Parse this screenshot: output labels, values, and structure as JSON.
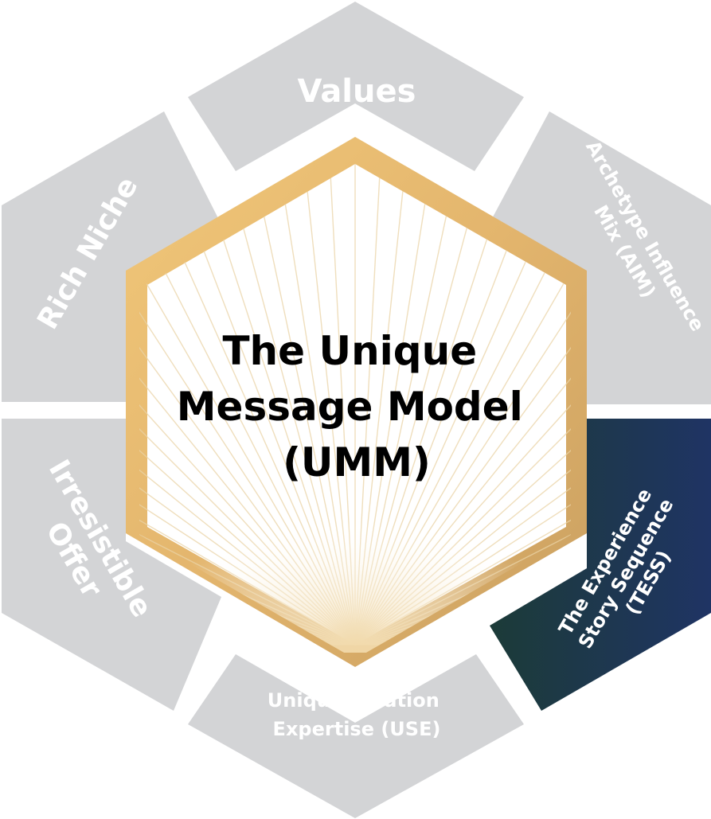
{
  "center": {
    "title_lines": [
      "The Unique",
      "Message Model",
      "(UMM)"
    ]
  },
  "segments": {
    "top": {
      "lines": [
        "Values"
      ]
    },
    "upper_right": {
      "lines": [
        "Archetype Influence",
        "Mix (AIM)"
      ]
    },
    "lower_right": {
      "lines": [
        "The Experience",
        "Story Sequence",
        "(TESS)"
      ]
    },
    "bottom": {
      "lines": [
        "Unique Solution",
        "Expertise (USE)"
      ]
    },
    "lower_left": {
      "lines": [
        "Irresistible",
        "Offer"
      ]
    },
    "upper_left": {
      "lines": [
        "Rich Niche"
      ]
    }
  },
  "colors": {
    "segment_gray": "#d3d4d6",
    "highlight_dark_teal": "#1e3a3a",
    "highlight_dark_navy": "#1f3461",
    "gold_light": "#efc475",
    "gold_dark": "#caa061",
    "label_white": "#ffffff"
  }
}
